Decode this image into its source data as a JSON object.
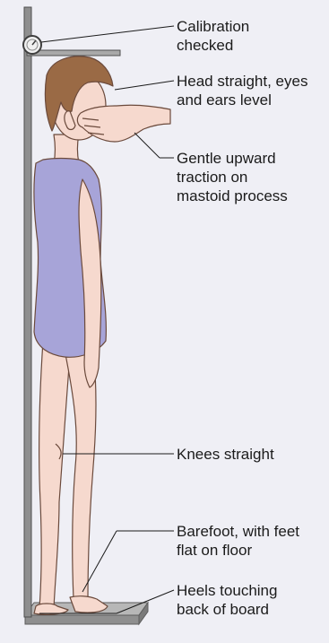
{
  "colors": {
    "background": "#efeff5",
    "skin": "#f6d9ce",
    "skin_outline": "#6b4a3c",
    "hair": "#9a6a45",
    "swimsuit": "#a7a4d8",
    "board": "#8f8f8f",
    "scale_top": "#b7b7b7",
    "text": "#1b1b1b"
  },
  "icons": [
    "calibration-dial-icon"
  ],
  "labels": {
    "calibration": [
      "Calibration",
      "checked"
    ],
    "head": [
      "Head straight, eyes",
      "and ears level"
    ],
    "traction": [
      "Gentle upward",
      "traction on",
      "mastoid process"
    ],
    "knees": [
      "Knees straight"
    ],
    "barefoot": [
      "Barefoot, with feet",
      "flat on floor"
    ],
    "heels": [
      "Heels touching",
      "back of board"
    ]
  }
}
